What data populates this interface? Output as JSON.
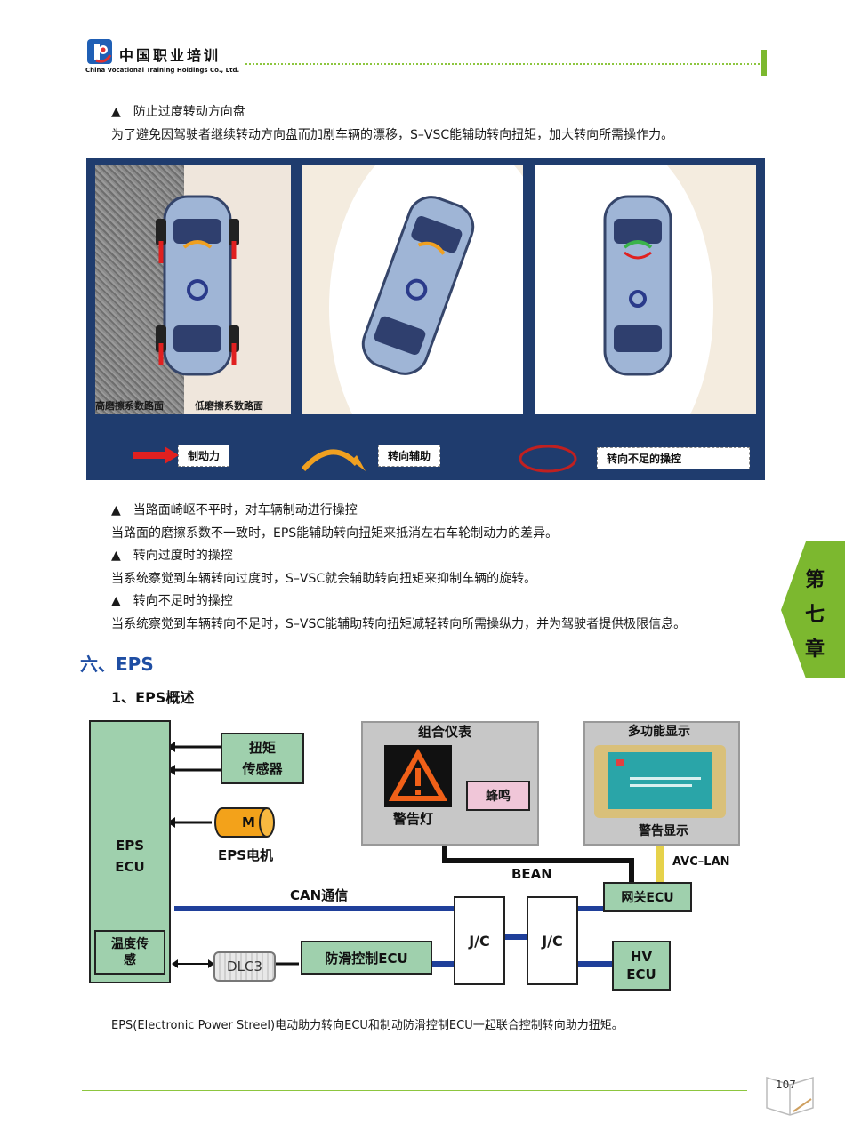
{
  "header": {
    "company_cn": "中国职业培训",
    "company_en": "China Vocational Training Holdings Co., Ltd."
  },
  "section1": {
    "bullet1_title": "▲　防止过度转动方向盘",
    "bullet1_text": "为了避免因驾驶者继续转动方向盘而加剧车辆的漂移，S–VSC能辅助转向扭矩，加大转向所需操作力。"
  },
  "figure1": {
    "road_high": "高磨擦系数路面",
    "road_low": "低磨擦系数路面",
    "legend_brake": "制动力",
    "legend_assist": "转向辅助",
    "legend_understeer": "转向不足的操控",
    "colors": {
      "background": "#1f3c6e",
      "brake_arrow": "#e02020",
      "assist_arrow": "#f0a020",
      "understeer_ring": "#c02020"
    }
  },
  "section2": {
    "b2_title": "▲　当路面崎岖不平时，对车辆制动进行操控",
    "b2_text": "当路面的磨擦系数不一致时，EPS能辅助转向扭矩来抵消左右车轮制动力的差异。",
    "b3_title": "▲　转向过度时的操控",
    "b3_text": "当系统察觉到车辆转向过度时，S–VSC就会辅助转向扭矩来抑制车辆的旋转。",
    "b4_title": "▲　转向不足时的操控",
    "b4_text": "当系统察觉到车辆转向不足时，S–VSC能辅助转向扭矩减轻转向所需操纵力，并为驾驶者提供极限信息。"
  },
  "section_six": {
    "title": "六、EPS",
    "subtitle": "1、EPS概述"
  },
  "diagram": {
    "eps_ecu": [
      "EPS",
      "ECU"
    ],
    "torque_sensor": [
      "扭矩",
      "传感器"
    ],
    "motor_letter": "M",
    "motor_label": "EPS电机",
    "temp_sensor": [
      "温度传",
      "感"
    ],
    "dlc3": "DLC3",
    "abs_ecu": "防滑控制ECU",
    "can": "CAN通信",
    "jc1": "J/C",
    "jc2": "J/C",
    "cluster": "组合仪表",
    "warning_lamp": "警告灯",
    "buzzer": "蜂鸣",
    "bean": "BEAN",
    "multi_display": "多功能显示",
    "warning_display": "警告显示",
    "avc_lan": "AVC–LAN",
    "gateway_ecu": "网关ECU",
    "hv_ecu": [
      "HV",
      "ECU"
    ]
  },
  "caption": "EPS(Electronic  Power  Streel)电动助力转向ECU和制动防滑控制ECU一起联合控制转向助力扭矩。",
  "side_tab": [
    "第",
    "七",
    "章"
  ],
  "page_number": "107"
}
